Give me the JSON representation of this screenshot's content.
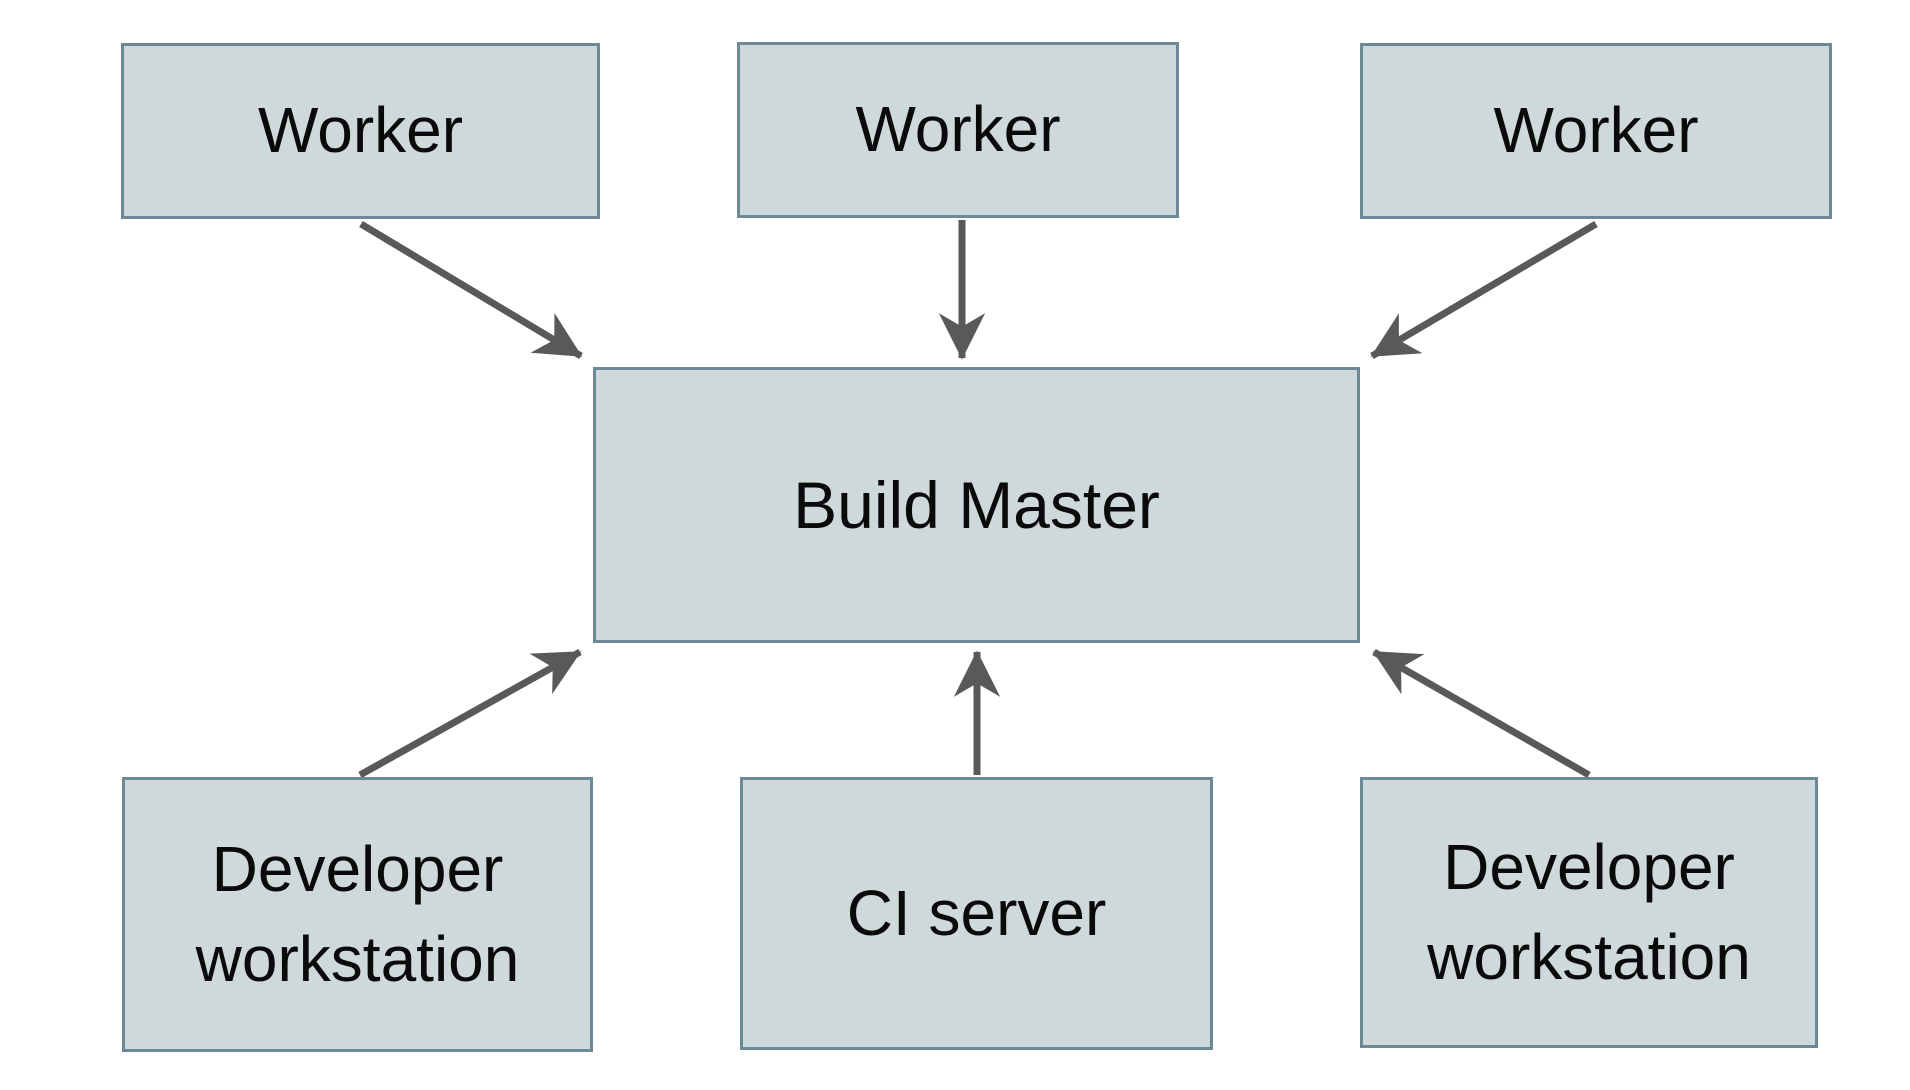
{
  "diagram": {
    "background_color": "#ffffff",
    "node_fill_color": "#cfd9dc",
    "node_border_color": "#6d8995",
    "arrow_color": "#595959",
    "text_color": "#0a0a0a",
    "nodes": {
      "worker_1": {
        "label": "Worker"
      },
      "worker_2": {
        "label": "Worker"
      },
      "worker_3": {
        "label": "Worker"
      },
      "build_master": {
        "label": "Build Master"
      },
      "dev_left": {
        "label": "Developer workstation"
      },
      "ci_server": {
        "label": "CI server"
      },
      "dev_right": {
        "label": "Developer workstation"
      }
    },
    "edges": [
      {
        "from": "worker_1",
        "to": "build_master",
        "direction": "down-right"
      },
      {
        "from": "worker_2",
        "to": "build_master",
        "direction": "down"
      },
      {
        "from": "worker_3",
        "to": "build_master",
        "direction": "down-left"
      },
      {
        "from": "dev_left",
        "to": "build_master",
        "direction": "up-right"
      },
      {
        "from": "ci_server",
        "to": "build_master",
        "direction": "up"
      },
      {
        "from": "dev_right",
        "to": "build_master",
        "direction": "up-left"
      }
    ]
  }
}
